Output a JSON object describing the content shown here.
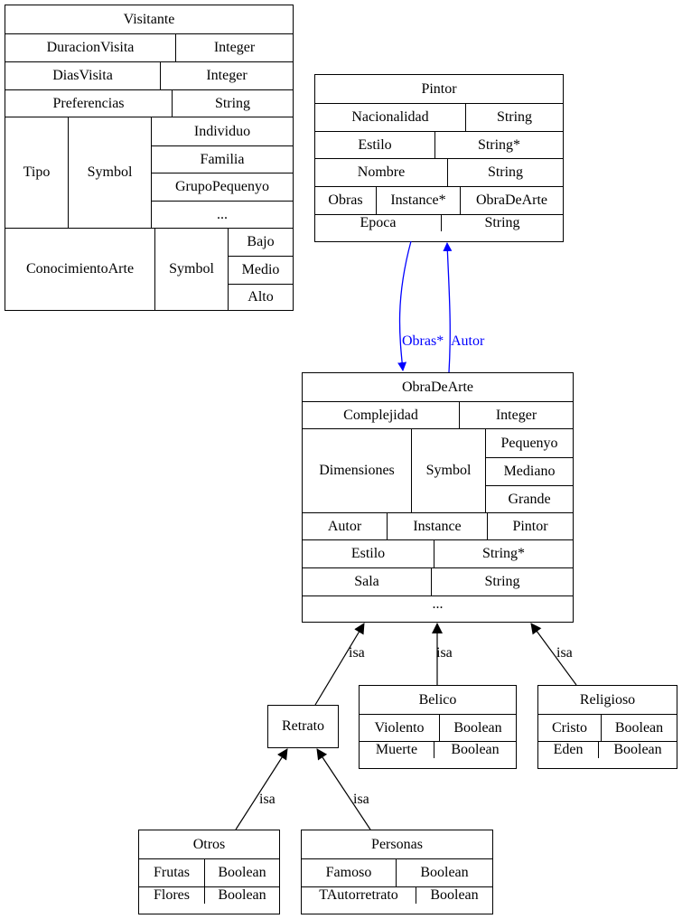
{
  "nodes": {
    "visitante": {
      "name": "Visitante",
      "rows": [
        [
          "DuracionVisita",
          "Integer"
        ],
        [
          "DiasVisita",
          "Integer"
        ],
        [
          "Preferencias",
          "String"
        ]
      ],
      "tipo": {
        "name": "Tipo",
        "type": "Symbol",
        "values": [
          "Individuo",
          "Familia",
          "GrupoPequenyo",
          "..."
        ]
      },
      "conocimiento": {
        "name": "ConocimientoArte",
        "type": "Symbol",
        "values": [
          "Bajo",
          "Medio",
          "Alto"
        ]
      }
    },
    "pintor": {
      "name": "Pintor",
      "rows": [
        [
          "Nacionalidad",
          "String"
        ],
        [
          "Estilo",
          "String*"
        ],
        [
          "Nombre",
          "String"
        ]
      ],
      "obras": [
        "Obras",
        "Instance*",
        "ObraDeArte"
      ],
      "epoca": [
        "Epoca",
        "String"
      ]
    },
    "obra": {
      "name": "ObraDeArte",
      "complejidad": [
        "Complejidad",
        "Integer"
      ],
      "dimensiones": {
        "name": "Dimensiones",
        "type": "Symbol",
        "values": [
          "Pequenyo",
          "Mediano",
          "Grande"
        ]
      },
      "autor": [
        "Autor",
        "Instance",
        "Pintor"
      ],
      "estilo": [
        "Estilo",
        "String*"
      ],
      "sala": [
        "Sala",
        "String"
      ],
      "more": "..."
    },
    "retrato": {
      "name": "Retrato"
    },
    "belico": {
      "name": "Belico",
      "rows": [
        [
          "Violento",
          "Boolean"
        ],
        [
          "Muerte",
          "Boolean"
        ]
      ]
    },
    "religioso": {
      "name": "Religioso",
      "rows": [
        [
          "Cristo",
          "Boolean"
        ],
        [
          "Eden",
          "Boolean"
        ]
      ]
    },
    "otros": {
      "name": "Otros",
      "rows": [
        [
          "Frutas",
          "Boolean"
        ],
        [
          "Flores",
          "Boolean"
        ]
      ]
    },
    "personas": {
      "name": "Personas",
      "rows": [
        [
          "Famoso",
          "Boolean"
        ],
        [
          "TAutorretrato",
          "Boolean"
        ]
      ]
    }
  },
  "edges": {
    "obras_label": "Obras*",
    "autor_label": "Autor",
    "isa_label": "isa",
    "assoc_color": "#0000ff",
    "isa_color": "#000000"
  }
}
